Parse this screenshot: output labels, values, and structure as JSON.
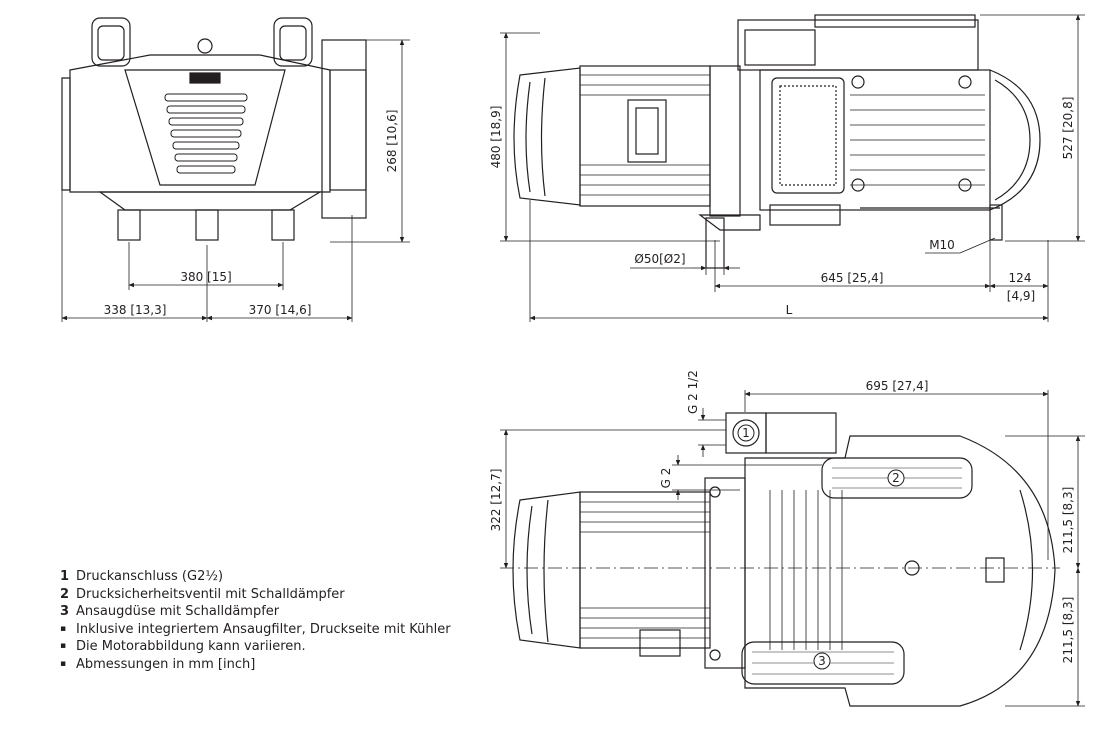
{
  "front_view": {
    "dim_height": "268 [10,6]",
    "dim_feet": "380 [15]",
    "dim_left": "338 [13,3]",
    "dim_right": "370 [14,6]"
  },
  "side_view": {
    "dim_height_motor": "480 [18,9]",
    "dim_height_total": "527 [20,8]",
    "dim_pipe": "Ø50[Ø2]",
    "dim_thread": "M10",
    "dim_length": "645 [25,4]",
    "dim_offset_a": "124",
    "dim_offset_b": "[4,9]",
    "dim_total_length": "L"
  },
  "top_view": {
    "dim_width": "695 [27,4]",
    "thread_outlet": "G 2 1/2",
    "thread_inlet": "G 2",
    "dim_depth": "322 [12,7]",
    "dim_half_top": "211,5 [8,3]",
    "dim_half_bottom": "211,5 [8,3]",
    "callout_1": "1",
    "callout_2": "2",
    "callout_3": "3"
  },
  "legend": {
    "items": [
      {
        "marker": "1",
        "text": "Druckanschluss (G2½)"
      },
      {
        "marker": "2",
        "text": "Drucksicherheitsventil mit Schalldämpfer"
      },
      {
        "marker": "3",
        "text": "Ansaugdüse mit Schalldämpfer"
      },
      {
        "marker": "▪",
        "text": "Inklusive integriertem Ansaugfilter, Druckseite mit Kühler"
      },
      {
        "marker": "▪",
        "text": "Die Motorabbildung kann variieren."
      },
      {
        "marker": "▪",
        "text": "Abmessungen in mm [inch]"
      }
    ]
  }
}
